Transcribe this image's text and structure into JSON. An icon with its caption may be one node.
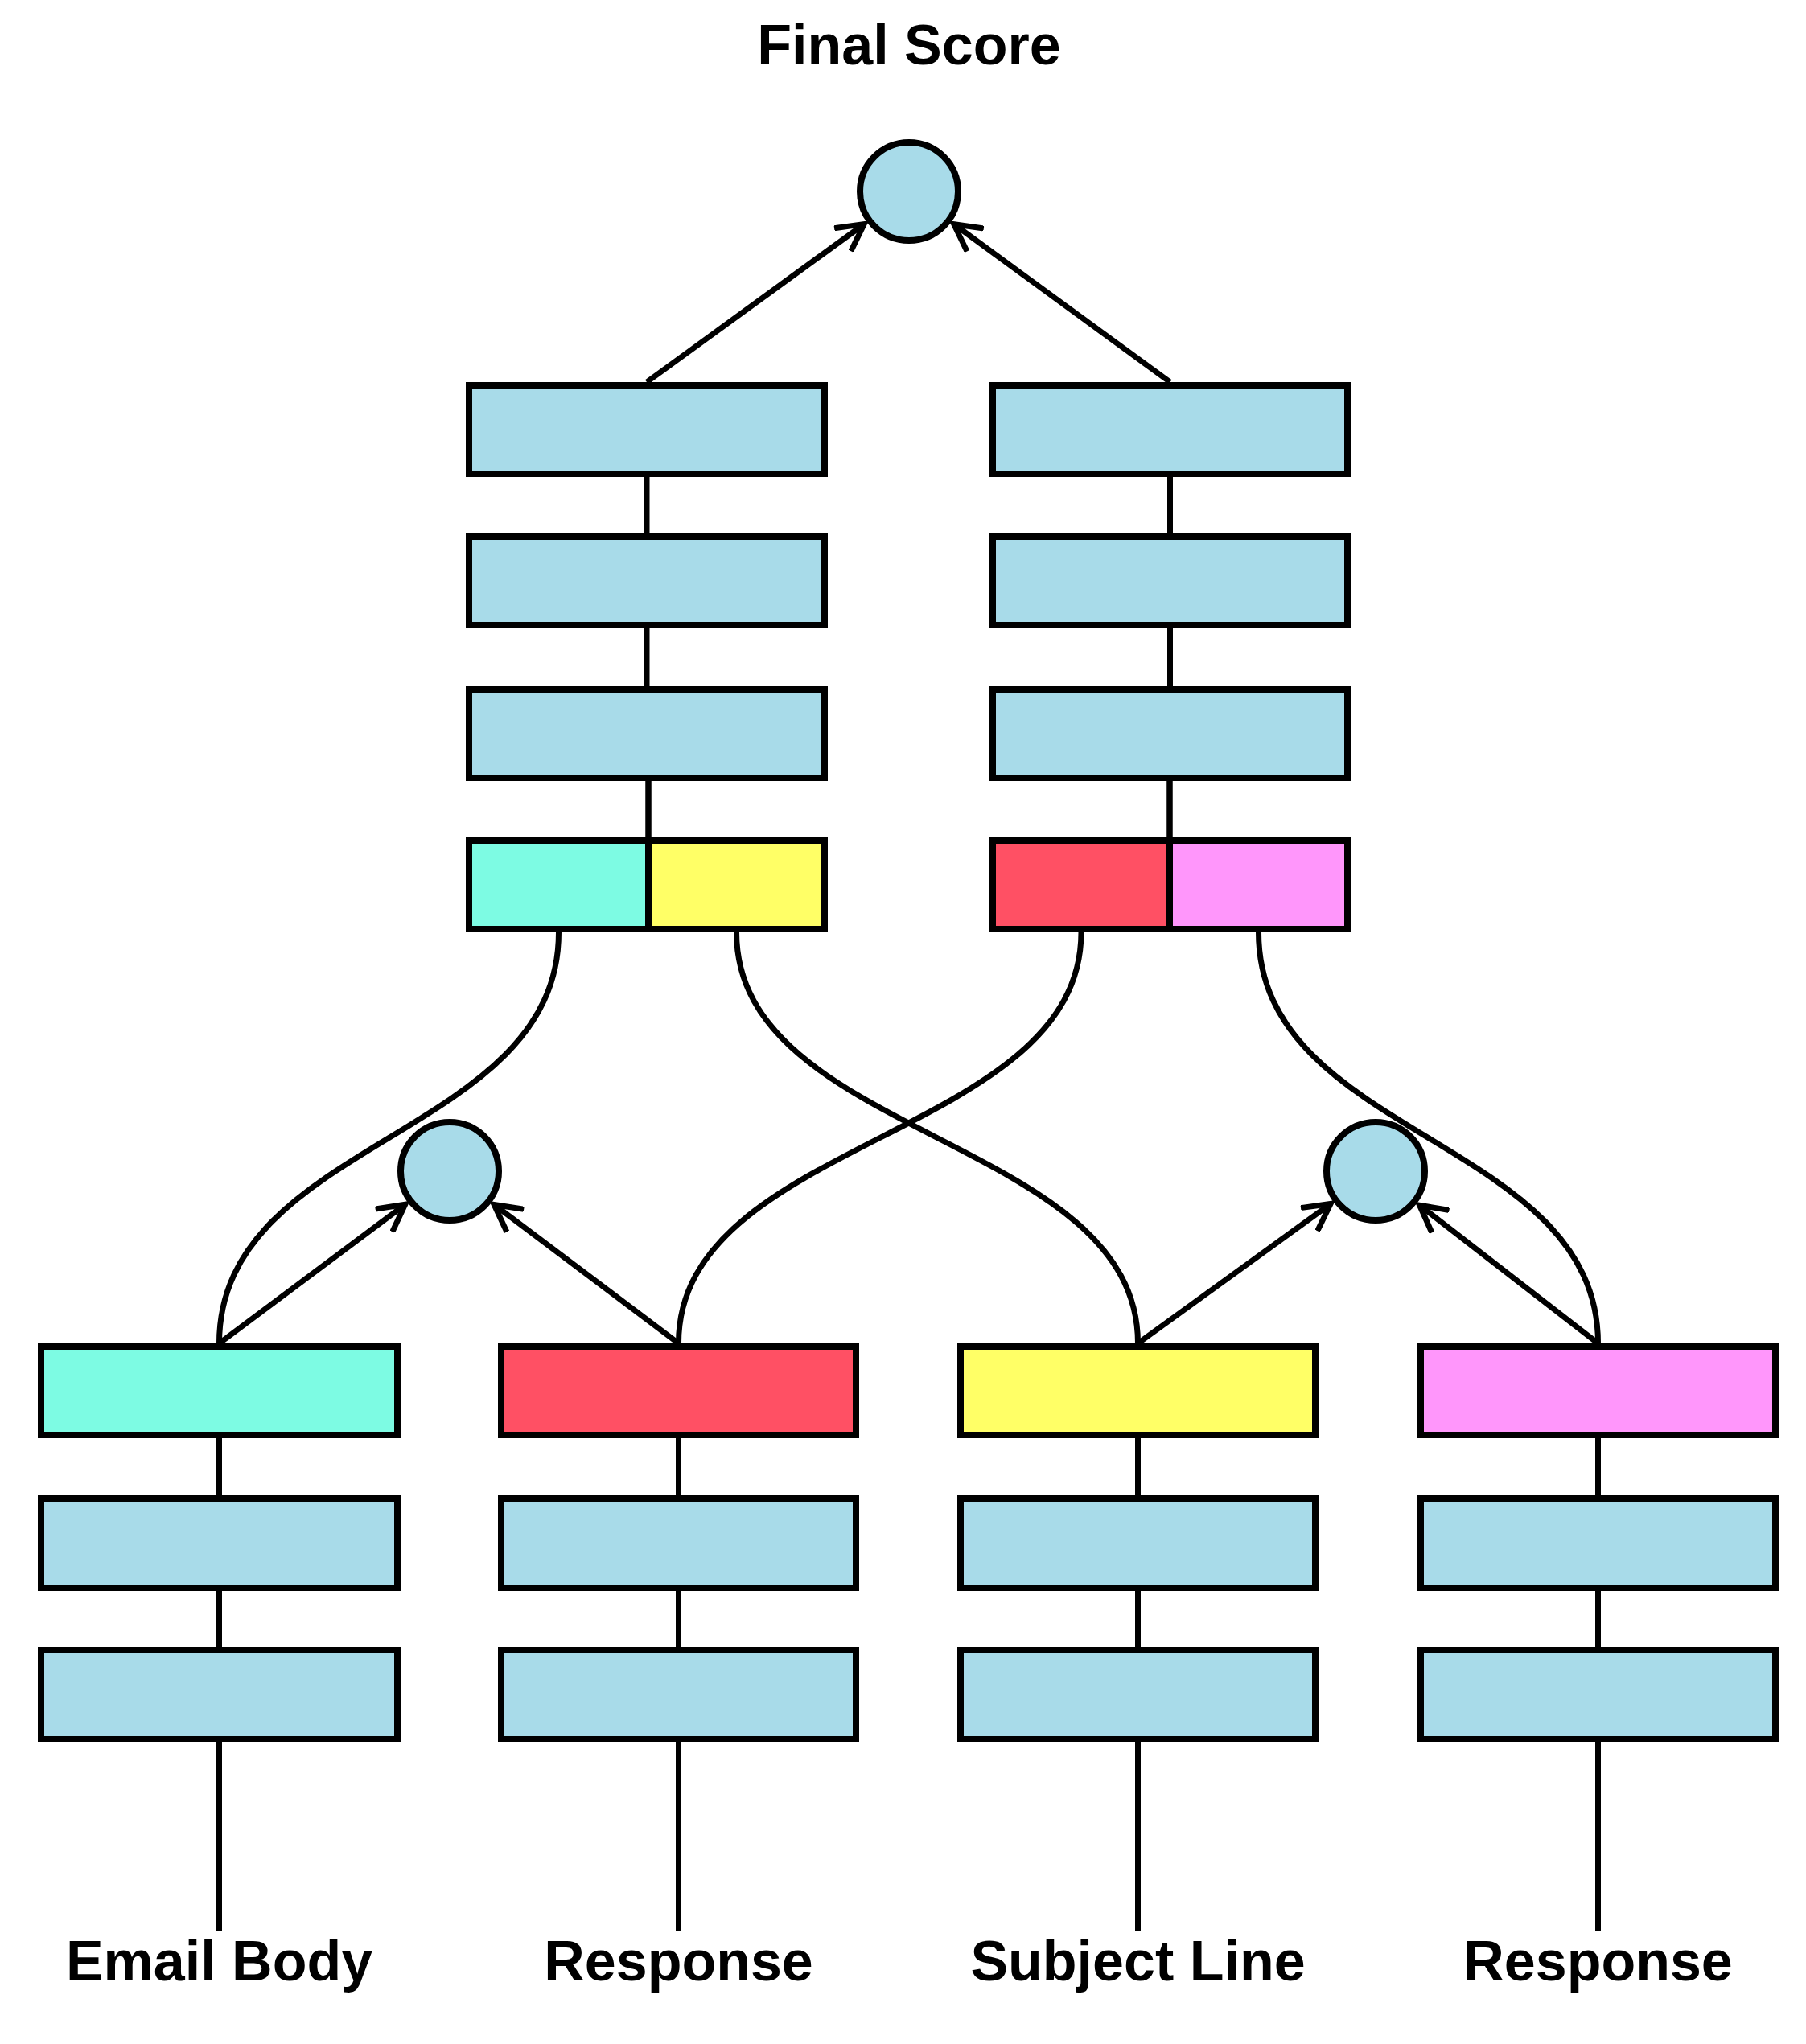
{
  "diagram": {
    "nodes": [
      {
        "text": [],
        "shape": "circle",
        "beside": [
          "Final Score"
        ]
      },
      {
        "text": [],
        "shape": "box"
      },
      {
        "text": [],
        "shape": "box"
      },
      {
        "text": [],
        "shape": "box"
      },
      {
        "text": [],
        "shape": "box"
      },
      {
        "text": [],
        "shape": "box"
      },
      {
        "text": [],
        "shape": "box"
      },
      {
        "text": [],
        "shape": "box"
      },
      {
        "text": [],
        "shape": "box"
      },
      {
        "text": [],
        "shape": "box"
      },
      {
        "text": [],
        "shape": "box"
      },
      {
        "text": [],
        "shape": "circle"
      },
      {
        "text": [],
        "shape": "circle"
      },
      {
        "text": [],
        "shape": "box"
      },
      {
        "text": [],
        "shape": "box"
      },
      {
        "text": [],
        "shape": "box"
      },
      {
        "text": [],
        "shape": "box"
      },
      {
        "text": [],
        "shape": "box"
      },
      {
        "text": [],
        "shape": "box"
      },
      {
        "text": [],
        "shape": "box"
      },
      {
        "text": [],
        "shape": "box"
      },
      {
        "text": [],
        "shape": "box"
      },
      {
        "text": [],
        "shape": "box"
      },
      {
        "text": [],
        "shape": "box"
      },
      {
        "text": [],
        "shape": "box"
      },
      {
        "text": [
          "Email Body"
        ]
      },
      {
        "text": [
          "Response"
        ]
      },
      {
        "text": [
          "Subject Line"
        ]
      },
      {
        "text": [
          "Response"
        ]
      }
    ],
    "edges": [
      {
        "from": 1,
        "to": 0,
        "arrow": "to"
      },
      {
        "from": 2,
        "to": 0,
        "arrow": "to"
      },
      {
        "from": 3,
        "to": 1,
        "arrow": "none"
      },
      {
        "from": 4,
        "to": 2,
        "arrow": "none"
      },
      {
        "from": 5,
        "to": 3,
        "arrow": "none"
      },
      {
        "from": 6,
        "to": 4,
        "arrow": "none"
      },
      {
        "from": 7,
        "to": 5,
        "arrow": "none"
      },
      {
        "from": 8,
        "to": 5,
        "arrow": "none"
      },
      {
        "from": 9,
        "to": 6,
        "arrow": "none"
      },
      {
        "from": 10,
        "to": 6,
        "arrow": "none"
      },
      {
        "from": 13,
        "to": 7,
        "arrow": "none"
      },
      {
        "from": 15,
        "to": 8,
        "arrow": "none"
      },
      {
        "from": 14,
        "to": 9,
        "arrow": "none"
      },
      {
        "from": 16,
        "to": 10,
        "arrow": "none"
      },
      {
        "from": 13,
        "to": 11,
        "arrow": "to"
      },
      {
        "from": 14,
        "to": 11,
        "arrow": "to"
      },
      {
        "from": 15,
        "to": 12,
        "arrow": "to"
      },
      {
        "from": 16,
        "to": 12,
        "arrow": "to"
      },
      {
        "from": 17,
        "to": 13,
        "arrow": "none"
      },
      {
        "from": 18,
        "to": 14,
        "arrow": "none"
      },
      {
        "from": 19,
        "to": 15,
        "arrow": "none"
      },
      {
        "from": 20,
        "to": 16,
        "arrow": "none"
      },
      {
        "from": 21,
        "to": 17,
        "arrow": "none"
      },
      {
        "from": 22,
        "to": 18,
        "arrow": "none"
      },
      {
        "from": 23,
        "to": 19,
        "arrow": "none"
      },
      {
        "from": 24,
        "to": 20,
        "arrow": "none"
      },
      {
        "from": 25,
        "to": 21,
        "arrow": "none"
      },
      {
        "from": 26,
        "to": 22,
        "arrow": "none"
      },
      {
        "from": 27,
        "to": 23,
        "arrow": "none"
      },
      {
        "from": 28,
        "to": 24,
        "arrow": "none"
      }
    ]
  }
}
